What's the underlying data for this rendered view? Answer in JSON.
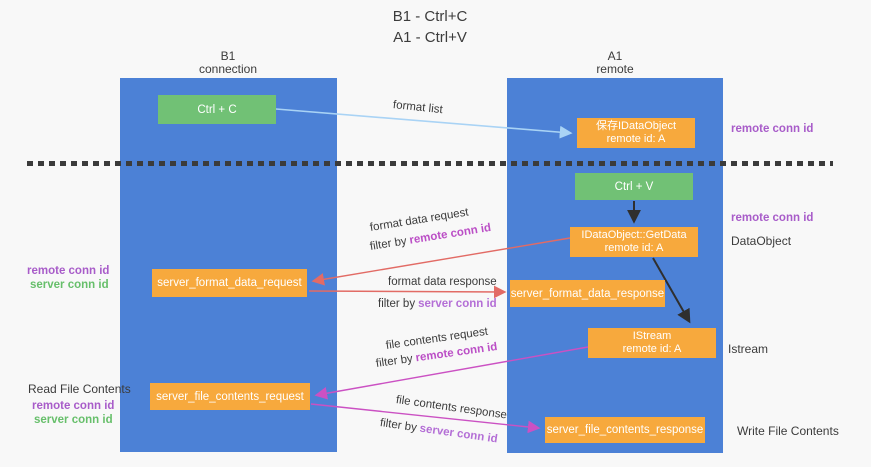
{
  "title": {
    "line1": "B1 - Ctrl+C",
    "line2": "A1 - Ctrl+V"
  },
  "lanes": {
    "b1": {
      "title": "B1",
      "subtitle": "connection"
    },
    "a1": {
      "title": "A1",
      "subtitle": "remote"
    }
  },
  "nodes": {
    "ctrl_c": "Ctrl + C",
    "ctrl_v": "Ctrl + V",
    "save_idataobject": {
      "line1": "保存IDataObject",
      "line2": "remote id: A"
    },
    "getdata": {
      "line1": "IDataObject::GetData",
      "line2": "remote id: A"
    },
    "istream": {
      "line1": "IStream",
      "line2": "remote id: A"
    },
    "server_format_data_request": "server_format_data_request",
    "server_format_data_response": "server_format_data_response",
    "server_file_contents_request": "server_file_contents_request",
    "server_file_contents_response": "server_file_contents_response"
  },
  "edge_labels": {
    "format_list": "format list",
    "format_data_request": {
      "text": "format data request",
      "filter_prefix": "filter by",
      "filter_key": "remote conn id"
    },
    "format_data_response": {
      "text": "format data response",
      "filter_prefix": "filter by",
      "filter_key": "server conn id"
    },
    "file_contents_request": {
      "text": "file contents request",
      "filter_prefix": "filter by",
      "filter_key": "remote conn id"
    },
    "file_contents_response": {
      "text": "file contents response",
      "filter_prefix": "filter by",
      "filter_key": "server conn id"
    }
  },
  "annotations": {
    "right_top_remote_conn_id": "remote conn id",
    "right_mid_remote_conn_id": "remote conn id",
    "right_dataobject": "DataObject",
    "right_istream": "Istream",
    "right_write_file_contents": "Write File Contents",
    "left_remote_conn_id": "remote conn id",
    "left_server_conn_id": "server conn id",
    "left_read_file_contents": "Read File Contents",
    "left_read_remote_conn_id": "remote conn id",
    "left_read_server_conn_id": "server conn id"
  },
  "colors": {
    "background": "#f8f8f8",
    "lane_blue": "#4c81d6",
    "node_green": "#71c175",
    "node_orange": "#f7a93d",
    "arrow_light_blue": "#a9d3f5",
    "arrow_red": "#e26b65",
    "arrow_magenta": "#cb51c3",
    "arrow_black": "#2f2f2f",
    "annotation_purple": "#a85cc9",
    "annotation_green": "#67bf6b",
    "filter_remote_purple": "#bb4fc6",
    "filter_server_purple": "#b46fd6",
    "text_dark": "#3b3b3b"
  }
}
